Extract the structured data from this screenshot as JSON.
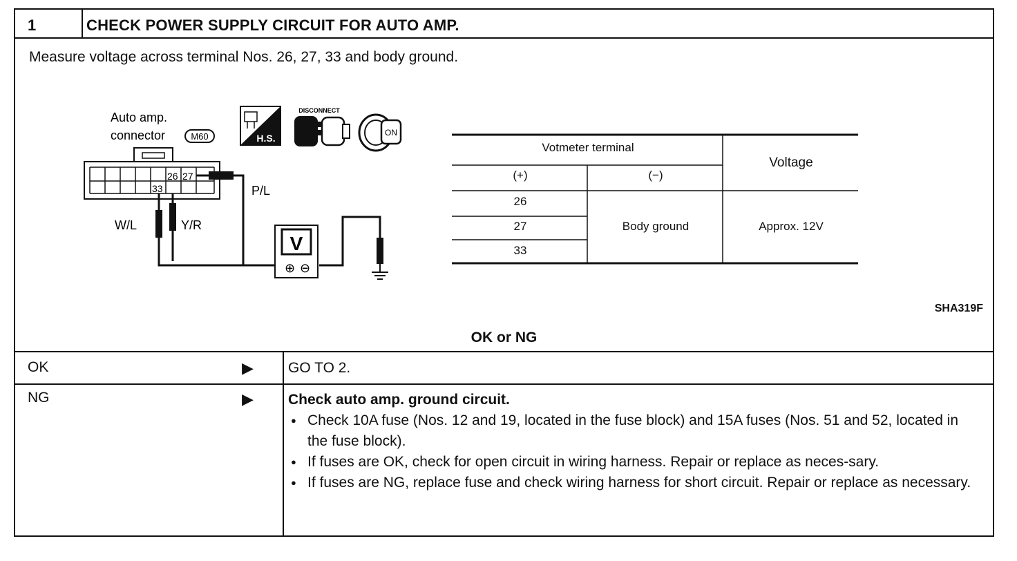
{
  "step": {
    "number": "1",
    "title": "CHECK POWER SUPPLY CIRCUIT FOR AUTO AMP."
  },
  "instruction": "Measure voltage across terminal Nos. 26, 27, 33 and body ground.",
  "diagram": {
    "connector_label_line1": "Auto amp.",
    "connector_label_line2": "connector",
    "connector_id": "M60",
    "terminals": [
      "26",
      "27",
      "33"
    ],
    "wires": [
      "W/L",
      "Y/R",
      "P/L"
    ],
    "hs_label": "H.S.",
    "disconnect_label": "DISCONNECT",
    "ignition_label": "ON",
    "meter_label": "V",
    "meter_plus": "⊕",
    "meter_minus": "⊖"
  },
  "voltage_table": {
    "header": "Votmeter terminal",
    "plus": "(+)",
    "minus": "(−)",
    "voltage_header": "Voltage",
    "rows": [
      "26",
      "27",
      "33"
    ],
    "minus_value": "Body ground",
    "voltage_value": "Approx. 12V"
  },
  "figure_code": "SHA319F",
  "result_title": "OK or NG",
  "results": {
    "ok": {
      "label": "OK",
      "arrow": "▶",
      "action": "GO TO 2."
    },
    "ng": {
      "label": "NG",
      "arrow": "▶",
      "heading": "Check auto amp. ground circuit.",
      "bullets": [
        "Check 10A fuse (Nos. 12 and 19, located in the fuse block) and 15A fuses (Nos. 51 and 52, located in the fuse block).",
        "If fuses are OK, check for open circuit in wiring harness. Repair or replace as neces-sary.",
        "If fuses are NG, replace fuse and check wiring harness for short circuit. Repair or replace as necessary."
      ]
    }
  }
}
